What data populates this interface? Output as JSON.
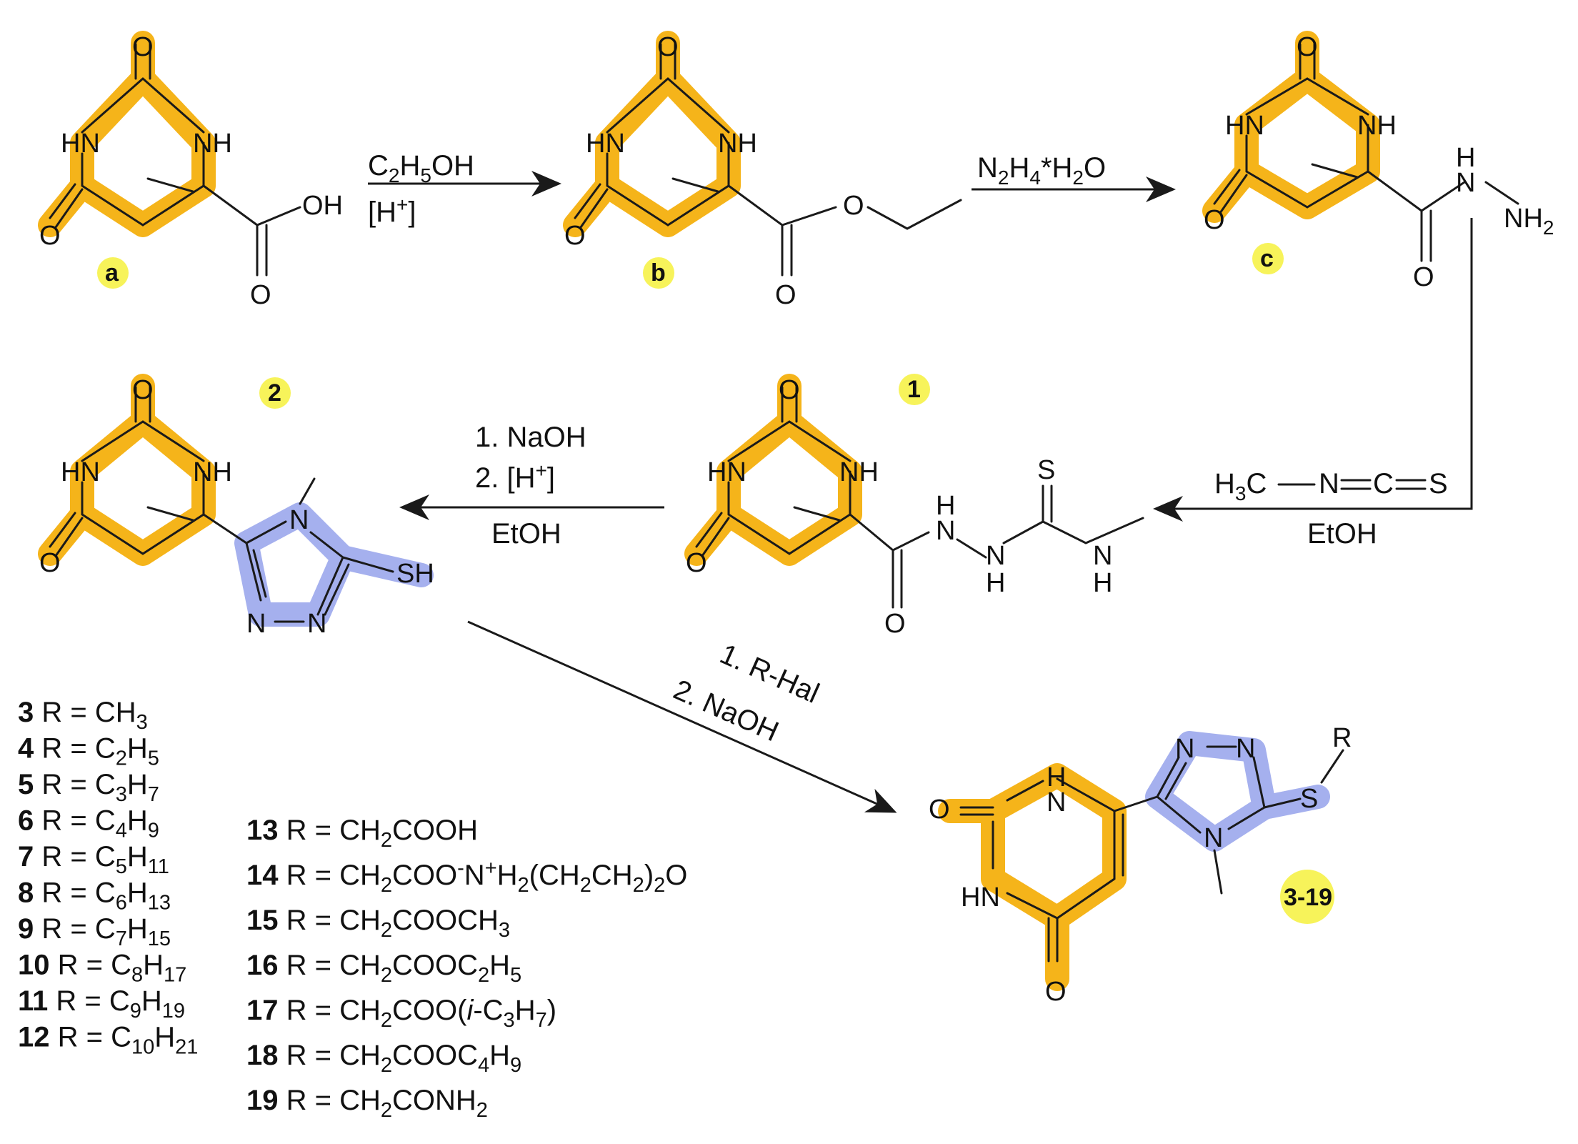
{
  "colors": {
    "pyrimidine_highlight": "#f5b41a",
    "triazole_highlight": "#a5b0ee",
    "label_badge": "#f7f35a"
  },
  "compounds": {
    "a": "a",
    "b": "b",
    "c": "c",
    "one": "1",
    "two": "2",
    "final": "3-19"
  },
  "atoms": {
    "O": "O",
    "HN": "HN",
    "NH": "NH",
    "OH": "OH",
    "N": "N",
    "H": "H",
    "S": "S",
    "SH": "SH",
    "NH2": "NH",
    "NH2_sub": "2",
    "R": "R"
  },
  "reagents": {
    "step1_line1": "C",
    "step1_line1_sub": "2",
    "step1_line1_mid": "H",
    "step1_line1_sub2": "5",
    "step1_line1_end": "OH",
    "step1_line2": "[H",
    "step1_line2_sup": "+",
    "step1_line2_end": "]",
    "step2_a": "N",
    "step2_sub1": "2",
    "step2_b": "H",
    "step2_sub2": "4",
    "step2_c": "*H",
    "step2_sub3": "2",
    "step2_d": "O",
    "step3_h3c": "H",
    "step3_sub": "3",
    "step3_c": "C",
    "step3_n": "N",
    "step3_c2": "C",
    "step3_s": "S",
    "step3_solvent": "EtOH",
    "step4_line1": "1. NaOH",
    "step4_line2": "2. [H",
    "step4_line2_sup": "+",
    "step4_line2_end": "]",
    "step4_solvent": "EtOH",
    "step5_line1": "1. R-Hal",
    "step5_line2": "2. NaOH"
  },
  "substituents": [
    {
      "num": "3",
      "r": "R = CH",
      "sub": "3"
    },
    {
      "num": "4",
      "r": "R = C",
      "sub": "2",
      "mid": "H",
      "sub2": "5"
    },
    {
      "num": "5",
      "r": "R = C",
      "sub": "3",
      "mid": "H",
      "sub2": "7"
    },
    {
      "num": "6",
      "r": "R = C",
      "sub": "4",
      "mid": "H",
      "sub2": "9"
    },
    {
      "num": "7",
      "r": "R = C",
      "sub": "5",
      "mid": "H",
      "sub2": "11"
    },
    {
      "num": "8",
      "r": "R = C",
      "sub": "6",
      "mid": "H",
      "sub2": "13"
    },
    {
      "num": "9",
      "r": "R = C",
      "sub": "7",
      "mid": "H",
      "sub2": "15"
    },
    {
      "num": "10",
      "r": "R = C",
      "sub": "8",
      "mid": "H",
      "sub2": "17"
    },
    {
      "num": "11",
      "r": "R = C",
      "sub": "9",
      "mid": "H",
      "sub2": "19"
    },
    {
      "num": "12",
      "r": "R = C",
      "sub": "10",
      "mid": "H",
      "sub2": "21"
    },
    {
      "num": "13",
      "r": "R = CH",
      "sub": "2",
      "mid": "COOH"
    },
    {
      "num": "14",
      "r": "R = CH",
      "sub": "2",
      "mid": "COO",
      "sup": "-",
      "mid2": "N",
      "sup2": "+",
      "mid3": "H",
      "sub3": "2",
      "mid4": "(CH",
      "sub4": "2",
      "mid5": "CH",
      "sub5": "2",
      "mid6": ")",
      "sub6": "2",
      "mid7": "O"
    },
    {
      "num": "15",
      "r": "R = CH",
      "sub": "2",
      "mid": "COOCH",
      "sub2": "3"
    },
    {
      "num": "16",
      "r": "R = CH",
      "sub": "2",
      "mid": "COOC",
      "sub2": "2",
      "mid2": "H",
      "sub3": "5"
    },
    {
      "num": "17",
      "r": "R = CH",
      "sub": "2",
      "mid": "COO(",
      "ital": "i",
      "mid2": "-C",
      "sub2": "3",
      "mid3": "H",
      "sub3": "7",
      "end": ")"
    },
    {
      "num": "18",
      "r": "R = CH",
      "sub": "2",
      "mid": "COOC",
      "sub2": "4",
      "mid2": "H",
      "sub3": "9"
    },
    {
      "num": "19",
      "r": "R = CH",
      "sub": "2",
      "mid": "CONH",
      "sub2": "2"
    }
  ]
}
